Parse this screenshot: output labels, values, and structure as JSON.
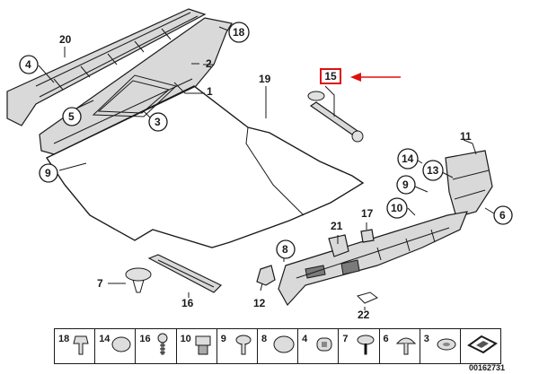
{
  "diagram": {
    "callouts": {
      "c20": "20",
      "c4": "4",
      "c18": "18",
      "c2": "2",
      "c1": "1",
      "c19": "19",
      "c15": "15",
      "c5": "5",
      "c3": "3",
      "c9a": "9",
      "c11": "11",
      "c14": "14",
      "c13": "13",
      "c9b": "9",
      "c10": "10",
      "c6": "6",
      "c21": "21",
      "c17": "17",
      "c7": "7",
      "c16": "16",
      "c8": "8",
      "c12": "12",
      "c22": "22"
    },
    "arrow_color": "#dd1111"
  },
  "parts_tray": [
    {
      "label": "18",
      "icon": "push-rivet-icon"
    },
    {
      "label": "14",
      "icon": "plug-icon"
    },
    {
      "label": "16",
      "icon": "screw-icon"
    },
    {
      "label": "10",
      "icon": "grommet-nut-icon"
    },
    {
      "label": "9",
      "icon": "clip-icon"
    },
    {
      "label": "8",
      "icon": "cap-icon"
    },
    {
      "label": "4",
      "icon": "expanding-rivet-icon"
    },
    {
      "label": "7",
      "icon": "button-clip-icon"
    },
    {
      "label": "6",
      "icon": "mushroom-clip-icon"
    },
    {
      "label": "3",
      "icon": "spring-nut-icon"
    },
    {
      "label": "",
      "icon": "gasket-icon"
    }
  ],
  "diagram_code": "00162731"
}
